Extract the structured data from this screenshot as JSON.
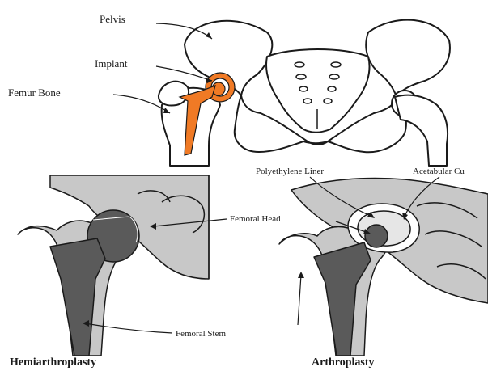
{
  "top_panel": {
    "labels": {
      "pelvis": "Pelvis",
      "implant": "Implant",
      "femur_bone": "Femur Bone"
    }
  },
  "hemi_panel": {
    "labels": {
      "femoral_head": "Femoral Head",
      "femoral_stem": "Femoral Stem"
    },
    "caption": "Hemiarthroplasty"
  },
  "arthro_panel": {
    "labels": {
      "polyethylene_liner": "Polyethylene Liner",
      "acetabular_cup": "Acetabular Cu"
    },
    "caption": "Arthroplasty"
  },
  "colors": {
    "implant": "#f07a25",
    "bone_fill": "#c8c8c8",
    "prosthesis": "#5a5a5a",
    "outline": "#1a1a1a"
  }
}
